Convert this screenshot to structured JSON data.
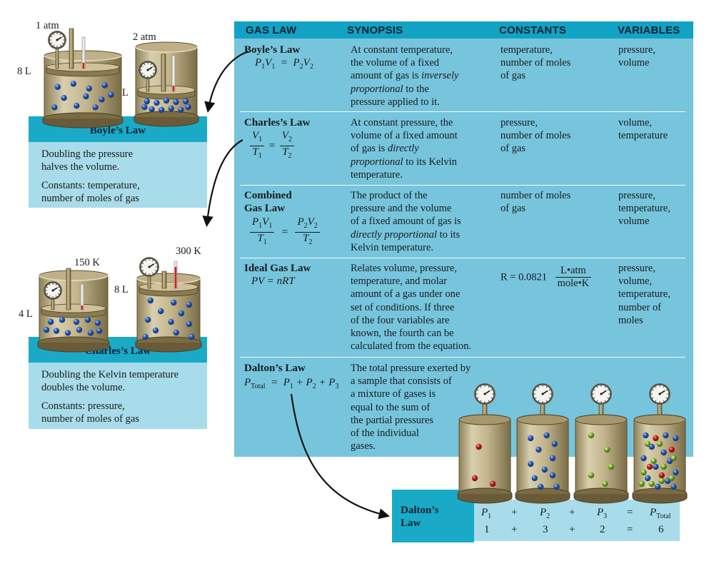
{
  "table": {
    "headers": {
      "gas_law": "GAS LAW",
      "synopsis": "SYNOPSIS",
      "constants": "CONSTANTS",
      "variables": "VARIABLES"
    },
    "rows": [
      {
        "name": "Boyle’s Law",
        "synopsis": [
          "At constant temperature,",
          "the volume of a fixed",
          "amount of gas is <i>inversely</i>",
          "<i>proportional</i> to the",
          "pressure applied to it."
        ],
        "constants": [
          "temperature,",
          "number of moles",
          "of gas"
        ],
        "variables": [
          "pressure,",
          "volume"
        ]
      },
      {
        "name": "Charles’s Law",
        "synopsis": [
          "At constant pressure, the",
          "volume of a fixed amount",
          "of gas is <i>directly</i>",
          "<i>proportional</i> to its Kelvin",
          "temperature."
        ],
        "constants": [
          "pressure,",
          "number of moles",
          "of gas"
        ],
        "variables": [
          "volume,",
          "temperature"
        ]
      },
      {
        "name": "Combined",
        "name2": "Gas Law",
        "synopsis": [
          "The product of the",
          "pressure and the volume",
          "of a fixed amount of gas is",
          "<i>directly proportional</i> to its",
          "Kelvin temperature."
        ],
        "constants": [
          "number of moles",
          "of gas"
        ],
        "variables": [
          "pressure,",
          "temperature,",
          "volume"
        ]
      },
      {
        "name": "Ideal Gas Law",
        "synopsis": [
          "Relates volume, pressure,",
          "temperature, and molar",
          "amount of a gas under one",
          "set of conditions. If three",
          "of the four variables are",
          "known, the fourth can be",
          "calculated from the equation."
        ],
        "constants_prefix": "R = 0.0821",
        "constants_num": "L•atm",
        "constants_den": "mole•K",
        "variables": [
          "pressure,",
          "volume,",
          "temperature,",
          "number of",
          "moles"
        ]
      },
      {
        "name": "Dalton’s Law",
        "synopsis": [
          "The total pressure exerted by",
          "a sample that consists of",
          "a mixture of gases is",
          "equal to the sum of",
          "the partial pressures",
          "of the individual",
          "gases."
        ]
      }
    ]
  },
  "boyle": {
    "label_1atm": "1 atm",
    "label_2atm": "2 atm",
    "label_8L": "8 L",
    "label_4L": "4 L",
    "bar_title": "Boyle’s Law",
    "text1": [
      "Doubling the pressure",
      "halves the volume."
    ],
    "text2": [
      "Constants: temperature,",
      "number of moles of gas"
    ]
  },
  "charles": {
    "label_150K": "150 K",
    "label_300K": "300 K",
    "label_8L": "8 L",
    "label_4L": "4 L",
    "bar_title": "Charles’s Law",
    "text1": [
      "Doubling the Kelvin temperature",
      "doubles the volume."
    ],
    "text2": [
      "Constants: pressure,",
      "number of moles of gas"
    ]
  },
  "dalton": {
    "caption": [
      "Dalton’s",
      "Law"
    ],
    "plus": "+",
    "equals": "=",
    "values": [
      "1",
      "3",
      "2",
      "6"
    ]
  },
  "colors": {
    "header": "#12a3c4",
    "panel": "#76c5dd",
    "caption_bar": "#1aaac8",
    "caption_box": "#a8dcea",
    "molecule_blue": "#2f5fb8",
    "molecule_red": "#d42a2a",
    "molecule_green": "#8cc83a"
  }
}
